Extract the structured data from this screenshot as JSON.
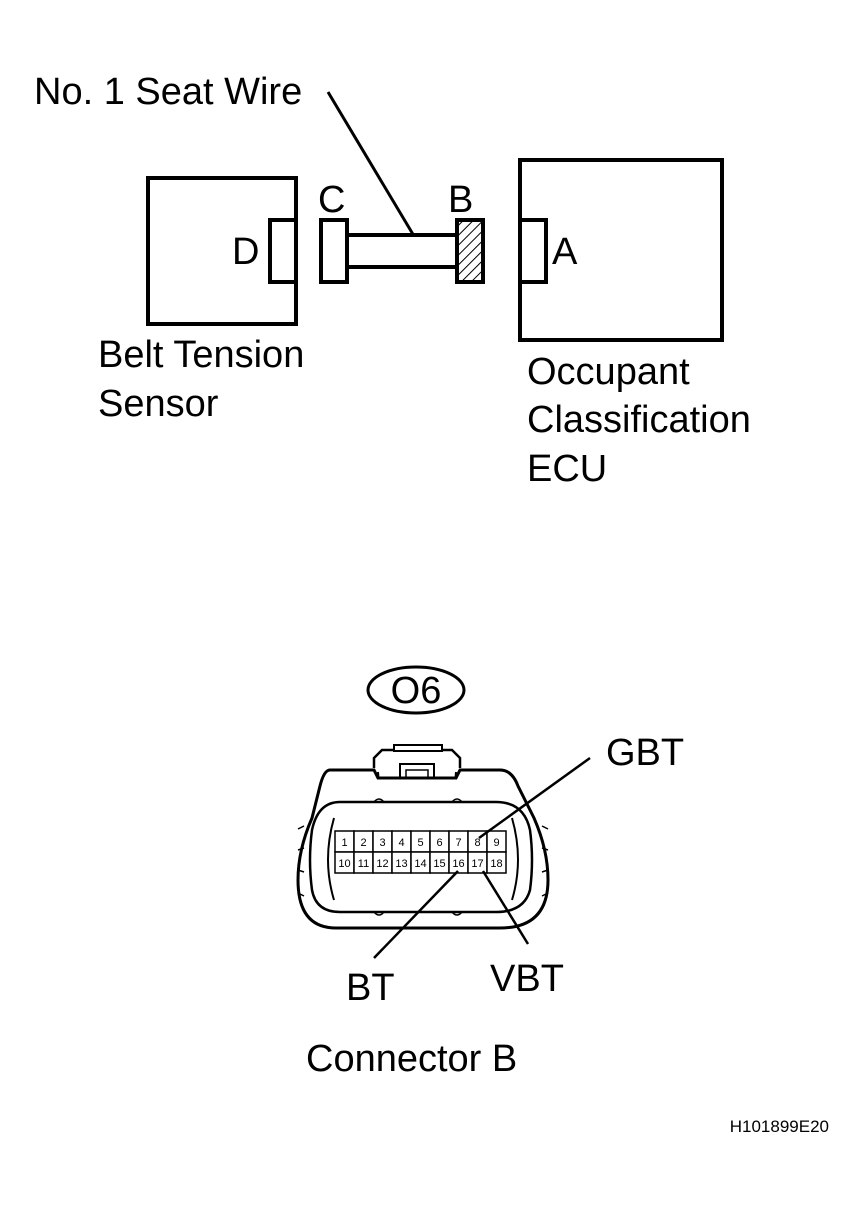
{
  "top_diagram": {
    "wire_label": "No. 1 Seat Wire",
    "sensor_label_line1": "Belt Tension",
    "sensor_label_line2": "Sensor",
    "ecu_label_line1": "Occupant",
    "ecu_label_line2": "Classification",
    "ecu_label_line3": "ECU",
    "connector_a": "A",
    "connector_b": "B",
    "connector_c": "C",
    "connector_d": "D"
  },
  "connector_view": {
    "code": "O6",
    "title": "Connector B",
    "pins_row1": [
      "1",
      "2",
      "3",
      "4",
      "5",
      "6",
      "7",
      "8",
      "9"
    ],
    "pins_row2": [
      "10",
      "11",
      "12",
      "13",
      "14",
      "15",
      "16",
      "17",
      "18"
    ],
    "terminal_labels": {
      "gbt": "GBT",
      "bt": "BT",
      "vbt": "VBT"
    }
  },
  "figure_code": "H101899E20"
}
